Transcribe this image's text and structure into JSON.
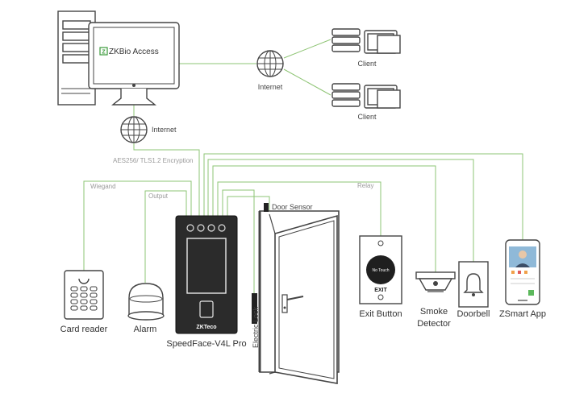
{
  "software": {
    "brand": "ZKBio Access"
  },
  "network": {
    "internet_top": "Internet",
    "internet_left": "Internet",
    "encryption": "AES256/ TLS1.2 Encryption"
  },
  "clients": [
    {
      "label": "Client"
    },
    {
      "label": "Client"
    }
  ],
  "connections": {
    "wiegand": "Wiegand",
    "output": "Output",
    "relay": "Relay"
  },
  "devices": {
    "terminal": {
      "label": "SpeedFace-V4L Pro",
      "logo": "ZKTeco"
    },
    "card_reader": {
      "label": "Card reader"
    },
    "alarm": {
      "label": "Alarm"
    },
    "door_sensor": {
      "label": "Door Sensor"
    },
    "electric_lock": {
      "label": "Electric Lock"
    },
    "exit_button": {
      "label": "Exit Button",
      "face_text": "No Touch",
      "exit_text": "EXIT"
    },
    "smoke_detector": {
      "label_line1": "Smoke",
      "label_line2": "Detector"
    },
    "doorbell": {
      "label": "Doorbell"
    },
    "app": {
      "label": "ZSmart App"
    }
  },
  "colors": {
    "wire": "#8ec474",
    "outline": "#444444",
    "brand_green": "#3a9a3a"
  }
}
